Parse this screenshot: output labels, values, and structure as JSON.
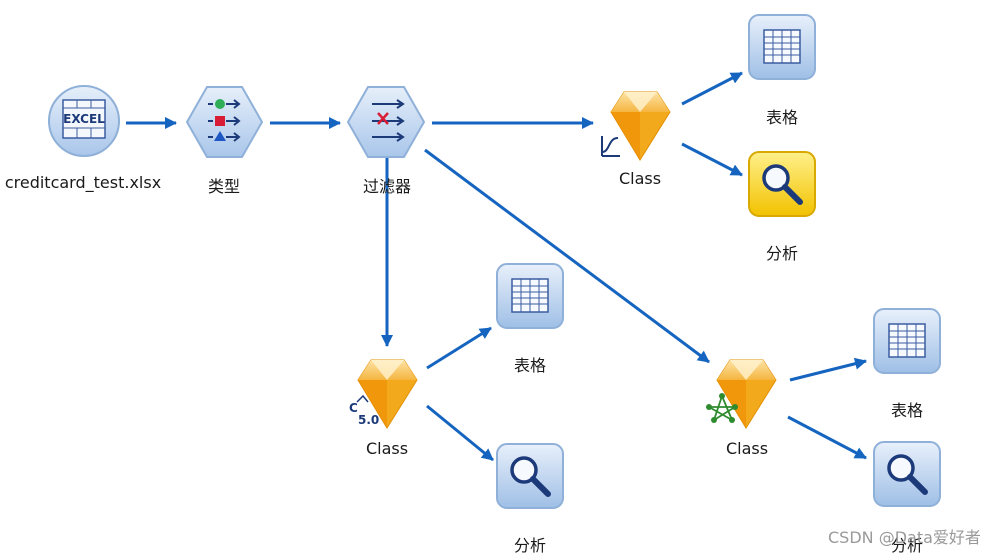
{
  "nodes": {
    "source": {
      "label": "creditcard_test.xlsx",
      "icon": "excel-icon",
      "badge": "EXCEL"
    },
    "type": {
      "label": "类型",
      "icon": "type-node-icon"
    },
    "filter": {
      "label": "过滤器",
      "icon": "filter-node-icon"
    },
    "model_logistic": {
      "label": "Class",
      "icon": "logistic-model-icon"
    },
    "model_c50": {
      "label": "Class",
      "icon": "c50-model-icon",
      "badge": "C\n5.0"
    },
    "model_nn": {
      "label": "Class",
      "icon": "neural-net-model-icon"
    },
    "table1": {
      "label": "表格",
      "icon": "table-icon"
    },
    "analysis1": {
      "label": "分析",
      "icon": "analysis-icon"
    },
    "table2": {
      "label": "表格",
      "icon": "table-icon"
    },
    "analysis2": {
      "label": "分析",
      "icon": "analysis-icon"
    },
    "table3": {
      "label": "表格",
      "icon": "table-icon"
    },
    "analysis3": {
      "label": "分析",
      "icon": "analysis-icon"
    }
  },
  "watermark": "CSDN @Data爱好者",
  "colors": {
    "arrow": "#1565c0",
    "hex_fill": "#c9dcf3",
    "hex_stroke": "#8fb0d8",
    "diamond": "#f3a91c",
    "selected_fill": "#f7cf16"
  }
}
